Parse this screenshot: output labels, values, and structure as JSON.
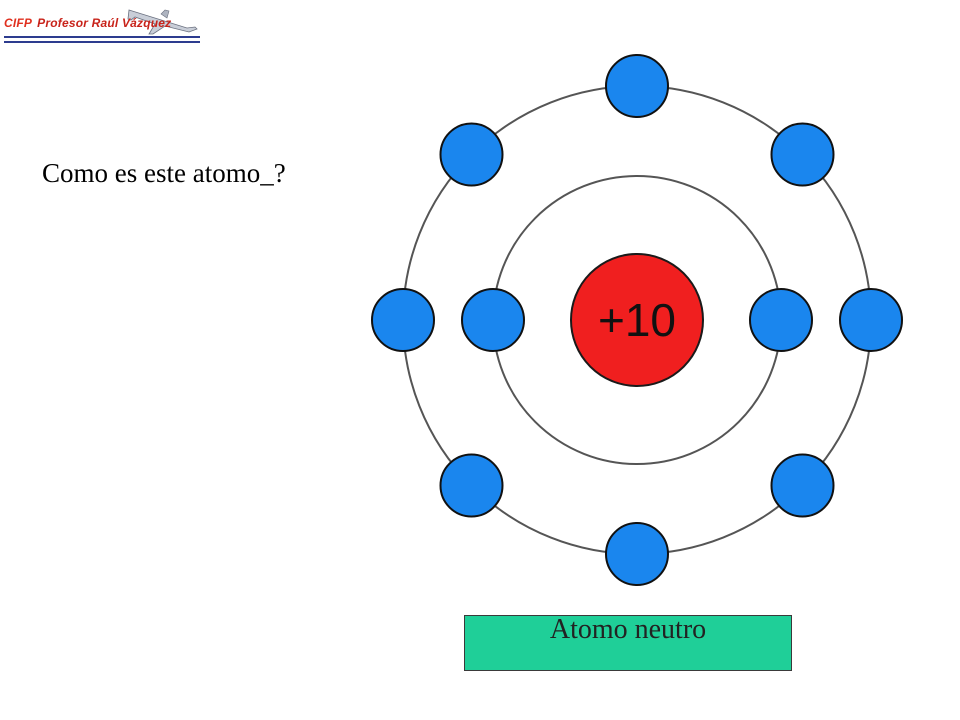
{
  "header": {
    "logo_prefix": "CIFP",
    "logo_name": "Profesor Raúl Vázquez"
  },
  "question": "Como es este atomo_?",
  "atom": {
    "nucleus_label": "+10",
    "inner_shell_electrons": 2,
    "outer_shell_electrons": 8,
    "colors": {
      "nucleus": "#f01f1f",
      "electron": "#1a86ee",
      "orbit": "#555555"
    }
  },
  "answer": {
    "text": "Atomo neutro",
    "color": "#1fcf98"
  }
}
